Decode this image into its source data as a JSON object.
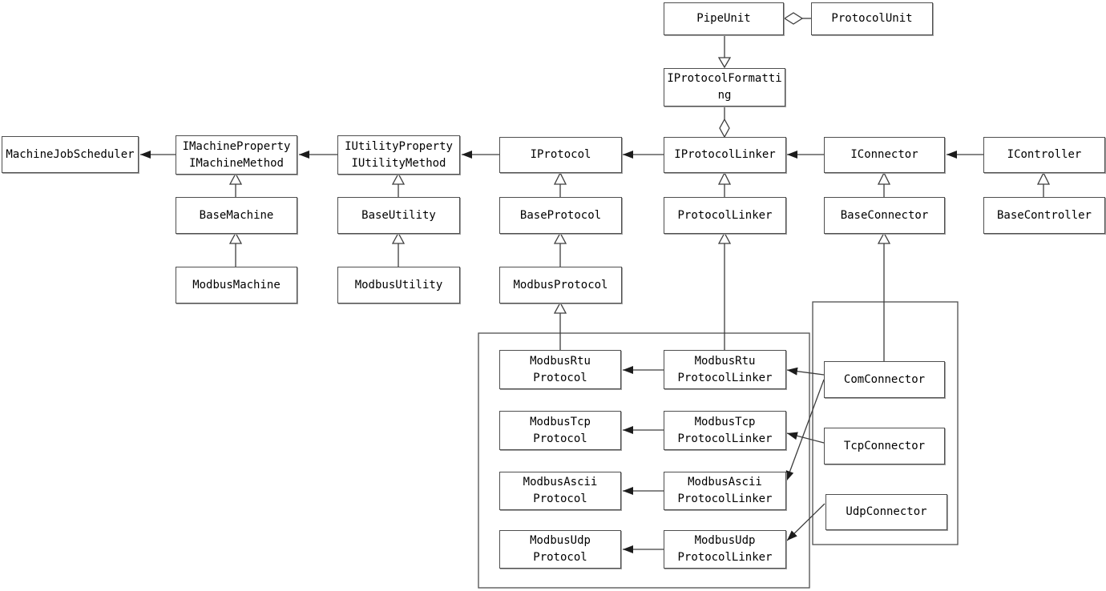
{
  "diagram": {
    "type": "uml-class-diagram",
    "background_color": "#ffffff",
    "line_color": "#3d3d3d",
    "box_fill_color": "#ffffff",
    "box_border_color": "#4f4f4f",
    "nodes": [
      {
        "id": "pipe-unit",
        "label": "PipeUnit"
      },
      {
        "id": "protocol-unit",
        "label": "ProtocolUnit"
      },
      {
        "id": "iprotocol-formatting",
        "label": "IProtocolFormatti\nng"
      },
      {
        "id": "machine-job-scheduler",
        "label": "MachineJobScheduler"
      },
      {
        "id": "imachine-property-method",
        "label": "IMachineProperty\nIMachineMethod"
      },
      {
        "id": "iutility-property-method",
        "label": "IUtilityProperty\nIUtilityMethod"
      },
      {
        "id": "iprotocol",
        "label": "IProtocol"
      },
      {
        "id": "iprotocol-linker",
        "label": "IProtocolLinker"
      },
      {
        "id": "iconnector",
        "label": "IConnector"
      },
      {
        "id": "icontroller",
        "label": "IController"
      },
      {
        "id": "base-machine",
        "label": "BaseMachine"
      },
      {
        "id": "base-utility",
        "label": "BaseUtility"
      },
      {
        "id": "base-protocol",
        "label": "BaseProtocol"
      },
      {
        "id": "protocol-linker",
        "label": "ProtocolLinker"
      },
      {
        "id": "base-connector",
        "label": "BaseConnector"
      },
      {
        "id": "base-controller",
        "label": "BaseController"
      },
      {
        "id": "modbus-machine",
        "label": "ModbusMachine"
      },
      {
        "id": "modbus-utility",
        "label": "ModbusUtility"
      },
      {
        "id": "modbus-protocol",
        "label": "ModbusProtocol"
      },
      {
        "id": "modbus-rtu-protocol",
        "label": "ModbusRtu\nProtocol"
      },
      {
        "id": "modbus-rtu-protocol-linker",
        "label": "ModbusRtu\nProtocolLinker"
      },
      {
        "id": "modbus-tcp-protocol",
        "label": "ModbusTcp\nProtocol"
      },
      {
        "id": "modbus-tcp-protocol-linker",
        "label": "ModbusTcp\nProtocolLinker"
      },
      {
        "id": "modbus-ascii-protocol",
        "label": "ModbusAscii\nProtocol"
      },
      {
        "id": "modbus-ascii-protocol-linker",
        "label": "ModbusAscii\nProtocolLinker"
      },
      {
        "id": "modbus-udp-protocol",
        "label": "ModbusUdp\nProtocol"
      },
      {
        "id": "modbus-udp-protocol-linker",
        "label": "ModbusUdp\nProtocolLinker"
      },
      {
        "id": "com-connector",
        "label": "ComConnector"
      },
      {
        "id": "tcp-connector",
        "label": "TcpConnector"
      },
      {
        "id": "udp-connector",
        "label": "UdpConnector"
      }
    ],
    "relationships": [
      {
        "from": "ProtocolUnit",
        "to": "PipeUnit",
        "type": "aggregation"
      },
      {
        "from": "PipeUnit",
        "to": "IProtocolFormatting",
        "type": "inheritance"
      },
      {
        "from": "IProtocolFormatting",
        "to": "IProtocolLinker",
        "type": "aggregation"
      },
      {
        "from": "IMachineProperty IMachineMethod",
        "to": "MachineJobScheduler",
        "type": "arrow"
      },
      {
        "from": "IUtilityProperty IUtilityMethod",
        "to": "IMachineProperty IMachineMethod",
        "type": "arrow"
      },
      {
        "from": "IProtocol",
        "to": "IUtilityProperty IUtilityMethod",
        "type": "arrow"
      },
      {
        "from": "IProtocolLinker",
        "to": "IProtocol",
        "type": "arrow"
      },
      {
        "from": "IConnector",
        "to": "IProtocolLinker",
        "type": "arrow"
      },
      {
        "from": "IController",
        "to": "IConnector",
        "type": "arrow"
      },
      {
        "from": "BaseMachine",
        "to": "IMachineProperty IMachineMethod",
        "type": "inheritance"
      },
      {
        "from": "BaseUtility",
        "to": "IUtilityProperty IUtilityMethod",
        "type": "inheritance"
      },
      {
        "from": "BaseProtocol",
        "to": "IProtocol",
        "type": "inheritance"
      },
      {
        "from": "ProtocolLinker",
        "to": "IProtocolLinker",
        "type": "inheritance"
      },
      {
        "from": "BaseConnector",
        "to": "IConnector",
        "type": "inheritance"
      },
      {
        "from": "BaseController",
        "to": "IController",
        "type": "inheritance"
      },
      {
        "from": "ModbusMachine",
        "to": "BaseMachine",
        "type": "inheritance"
      },
      {
        "from": "ModbusUtility",
        "to": "BaseUtility",
        "type": "inheritance"
      },
      {
        "from": "ModbusProtocol",
        "to": "BaseProtocol",
        "type": "inheritance"
      },
      {
        "from": "ModbusRtuProtocol",
        "to": "ModbusProtocol",
        "type": "inheritance"
      },
      {
        "from": "ModbusRtuProtocolLinker",
        "to": "ProtocolLinker",
        "type": "inheritance"
      },
      {
        "from": "ComConnector",
        "to": "BaseConnector",
        "type": "inheritance"
      },
      {
        "from": "ModbusRtuProtocolLinker",
        "to": "ModbusRtuProtocol",
        "type": "arrow"
      },
      {
        "from": "ModbusTcpProtocolLinker",
        "to": "ModbusTcpProtocol",
        "type": "arrow"
      },
      {
        "from": "ModbusAsciiProtocolLinker",
        "to": "ModbusAsciiProtocol",
        "type": "arrow"
      },
      {
        "from": "ModbusUdpProtocolLinker",
        "to": "ModbusUdpProtocol",
        "type": "arrow"
      },
      {
        "from": "ComConnector",
        "to": "ModbusRtuProtocolLinker",
        "type": "arrow"
      },
      {
        "from": "ComConnector",
        "to": "ModbusAsciiProtocolLinker",
        "type": "arrow"
      },
      {
        "from": "TcpConnector",
        "to": "ModbusTcpProtocolLinker",
        "type": "arrow"
      },
      {
        "from": "UdpConnector",
        "to": "ModbusUdpProtocolLinker",
        "type": "arrow"
      }
    ]
  }
}
